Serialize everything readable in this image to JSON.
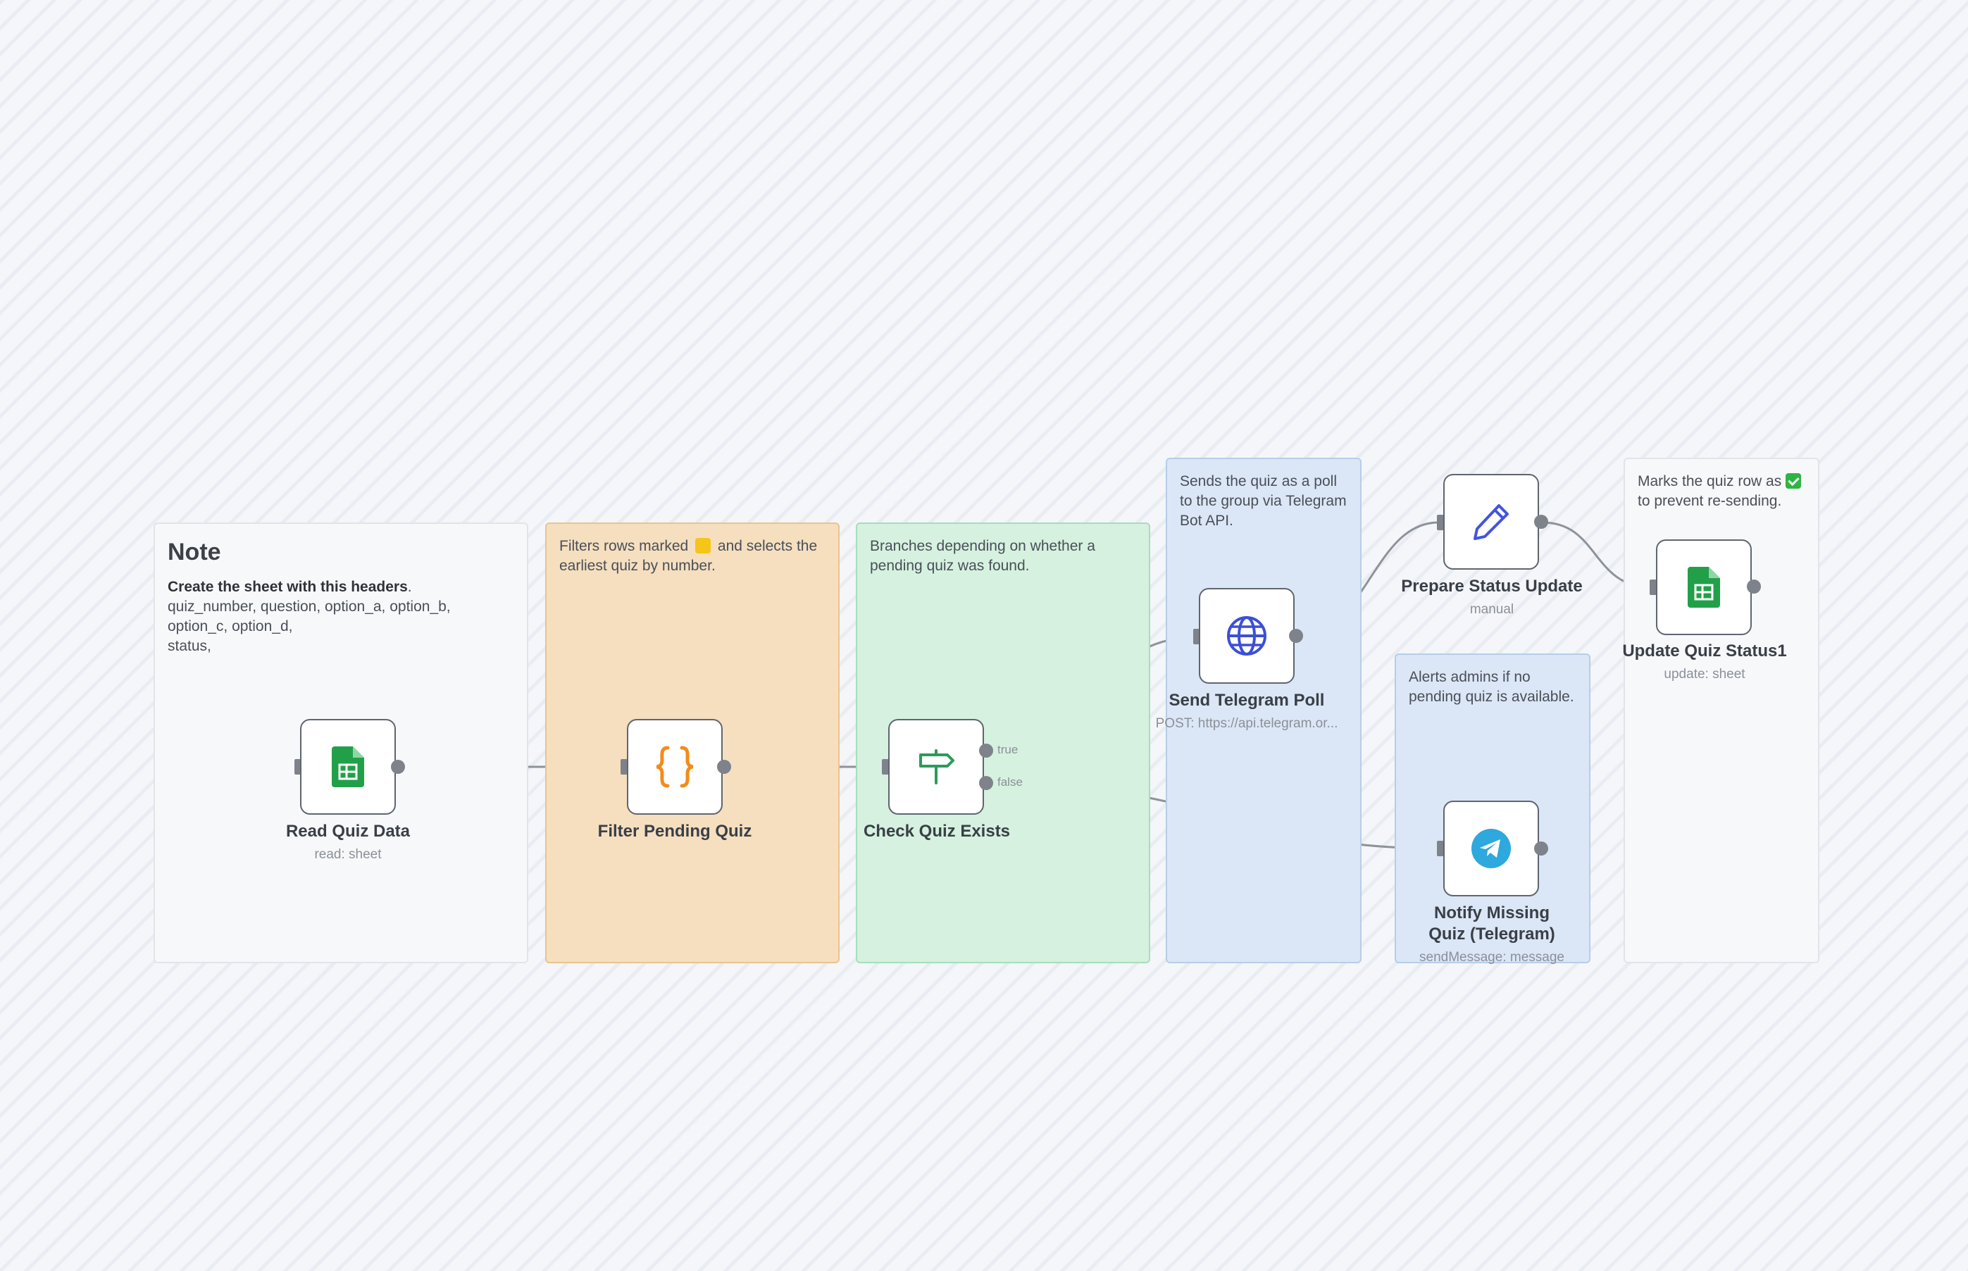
{
  "notes": {
    "note_main": {
      "title": "Note",
      "bold_line": "Create the sheet with this headers",
      "bold_suffix": ".",
      "lines": [
        "quiz_number, question, option_a, option_b,",
        "option_c, option_d,",
        "status,"
      ]
    },
    "filter": {
      "text_before": "Filters rows marked",
      "text_after": "and selects the earliest quiz by number."
    },
    "branch": {
      "text": "Branches depending on whether a pending quiz was found."
    },
    "send": {
      "text": "Sends the quiz as a poll to the group via Telegram Bot API."
    },
    "alert": {
      "text": "Alerts admins if no pending quiz is available."
    },
    "marks": {
      "text_before": "Marks the quiz row as",
      "text_after": "to prevent re-sending."
    }
  },
  "nodes": {
    "read": {
      "title": "Read Quiz Data",
      "subtitle": "read: sheet",
      "icon": "google-sheets-icon",
      "color": "#22a049"
    },
    "filter": {
      "title": "Filter Pending Quiz",
      "subtitle": "",
      "icon": "code-braces-icon",
      "color": "#f28c1c"
    },
    "check": {
      "title": "Check Quiz Exists",
      "subtitle": "",
      "icon": "signpost-icon",
      "color": "#2c9b5a"
    },
    "send": {
      "title": "Send Telegram Poll",
      "subtitle": "POST: https://api.telegram.or...",
      "icon": "globe-icon",
      "color": "#3d4fd6"
    },
    "prepare": {
      "title": "Prepare Status Update",
      "subtitle": "manual",
      "icon": "pencil-icon",
      "color": "#4353e0"
    },
    "update": {
      "title": "Update Quiz Status1",
      "subtitle": "update: sheet",
      "icon": "google-sheets-icon",
      "color": "#22a049"
    },
    "notify": {
      "title": "Notify Missing Quiz (Telegram)",
      "subtitle": "sendMessage: message",
      "icon": "telegram-icon",
      "color": "#2ea8dd"
    }
  },
  "branches": {
    "true_label": "true",
    "false_label": "false"
  },
  "colors": {
    "wire": "#8e939b",
    "port": "#7d828b"
  }
}
